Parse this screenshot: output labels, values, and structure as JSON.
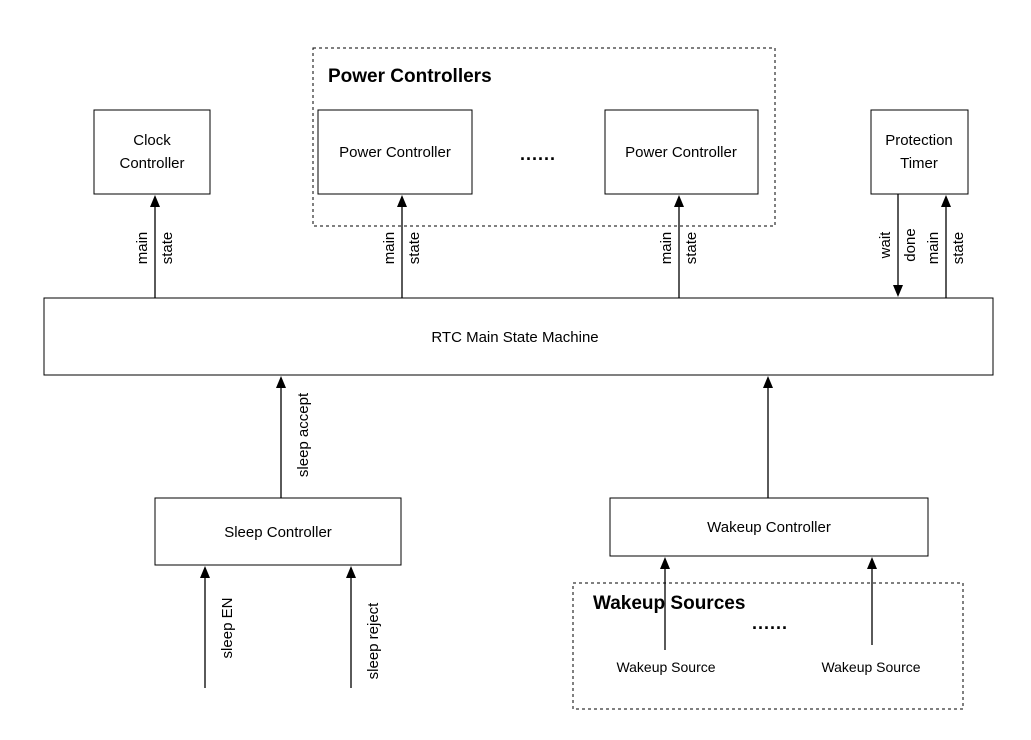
{
  "groups": {
    "power_controllers": "Power Controllers",
    "wakeup_sources": "Wakeup Sources"
  },
  "nodes": {
    "clock_controller": [
      "Clock",
      "Controller"
    ],
    "power_controller_1": "Power Controller",
    "power_controller_2": "Power Controller",
    "protection_timer": [
      "Protection",
      "Timer"
    ],
    "main_state_machine": "RTC Main State Machine",
    "sleep_controller": "Sleep Controller",
    "wakeup_controller": "Wakeup Controller",
    "wakeup_source_1": "Wakeup Source",
    "wakeup_source_2": "Wakeup Source"
  },
  "ellipsis": {
    "power": "......",
    "wakeup": "......"
  },
  "signals": {
    "clock_main_state": [
      "main",
      "state"
    ],
    "power1_main_state": [
      "main",
      "state"
    ],
    "power2_main_state": [
      "main",
      "state"
    ],
    "timer_wait_done": [
      "wait",
      "done"
    ],
    "timer_main_state": [
      "main",
      "state"
    ],
    "sleep_accept": "sleep accept",
    "sleep_en": "sleep EN",
    "sleep_reject": "sleep reject"
  }
}
